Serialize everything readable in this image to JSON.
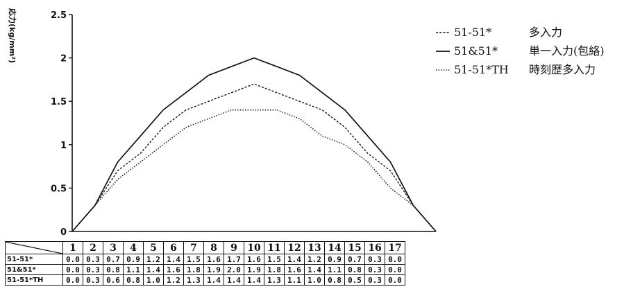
{
  "chart_data": {
    "type": "line",
    "title": "",
    "xlabel": "",
    "ylabel": "応力(kg/mm²)",
    "ylim": [
      0,
      2.5
    ],
    "yticks": [
      "0",
      "0.5",
      "1",
      "1.5",
      "2",
      "2.5"
    ],
    "ytick_values": [
      0,
      0.5,
      1,
      1.5,
      2,
      2.5
    ],
    "grid": false,
    "legend_position": "top-right",
    "categories": [
      "1",
      "2",
      "3",
      "4",
      "5",
      "6",
      "7",
      "8",
      "9",
      "10",
      "11",
      "12",
      "13",
      "14",
      "15",
      "16",
      "17"
    ],
    "series": [
      {
        "name": "51-51*",
        "legend_label": "多入力",
        "style": "dashed",
        "values": [
          0.0,
          0.3,
          0.7,
          0.9,
          1.2,
          1.4,
          1.5,
          1.6,
          1.7,
          1.6,
          1.5,
          1.4,
          1.2,
          0.9,
          0.7,
          0.3,
          0.0
        ]
      },
      {
        "name": "51&51*",
        "legend_label": "単一入力(包絡)",
        "style": "solid",
        "values": [
          0.0,
          0.3,
          0.8,
          1.1,
          1.4,
          1.6,
          1.8,
          1.9,
          2.0,
          1.9,
          1.8,
          1.6,
          1.4,
          1.1,
          0.8,
          0.3,
          0.0
        ]
      },
      {
        "name": "51-51*TH",
        "legend_label": "時刻歴多入力",
        "style": "dotted",
        "values": [
          0.0,
          0.3,
          0.6,
          0.8,
          1.0,
          1.2,
          1.3,
          1.4,
          1.4,
          1.4,
          1.3,
          1.1,
          1.0,
          0.8,
          0.5,
          0.3,
          0.0
        ]
      }
    ],
    "table": {
      "rows": [
        {
          "label": "51-51*",
          "cells": [
            "0.0",
            "0.3",
            "0.7",
            "0.9",
            "1.2",
            "1.4",
            "1.5",
            "1.6",
            "1.7",
            "1.6",
            "1.5",
            "1.4",
            "1.2",
            "0.9",
            "0.7",
            "0.3",
            "0.0"
          ]
        },
        {
          "label": "51&51*",
          "cells": [
            "0.0",
            "0.3",
            "0.8",
            "1.1",
            "1.4",
            "1.6",
            "1.8",
            "1.9",
            "2.0",
            "1.9",
            "1.8",
            "1.6",
            "1.4",
            "1.1",
            "0.8",
            "0.3",
            "0.0"
          ]
        },
        {
          "label": "51-51*TH",
          "cells": [
            "0.0",
            "0.3",
            "0.6",
            "0.8",
            "1.0",
            "1.2",
            "1.3",
            "1.4",
            "1.4",
            "1.4",
            "1.3",
            "1.1",
            "1.0",
            "0.8",
            "0.5",
            "0.3",
            "0.0"
          ]
        }
      ]
    }
  }
}
